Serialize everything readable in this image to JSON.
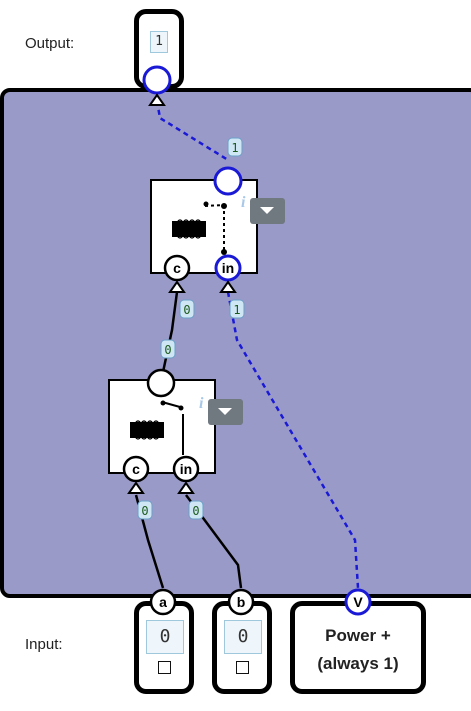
{
  "labels": {
    "output": "Output:",
    "input": "Input:"
  },
  "output": {
    "value": "1"
  },
  "inputs": [
    {
      "pin": "a",
      "value": "0"
    },
    {
      "pin": "b",
      "value": "0"
    }
  ],
  "power": {
    "pin": "V",
    "line1": "Power +",
    "line2": "(always 1)"
  },
  "relays": [
    {
      "control_pin": "c",
      "input_pin": "in",
      "info": "i"
    },
    {
      "control_pin": "c",
      "input_pin": "in",
      "info": "i"
    }
  ],
  "wire_values": {
    "relay1_out": "1",
    "relay1_c": "0",
    "relay1_in": "1",
    "relay2_out": "0",
    "relay2_c": "0",
    "relay2_in": "0"
  },
  "colors": {
    "board": "#9a9ac8",
    "powered_wire": "#1a1ad6",
    "unpowered_wire": "#000000",
    "value_bg": "#cfe6f5"
  }
}
